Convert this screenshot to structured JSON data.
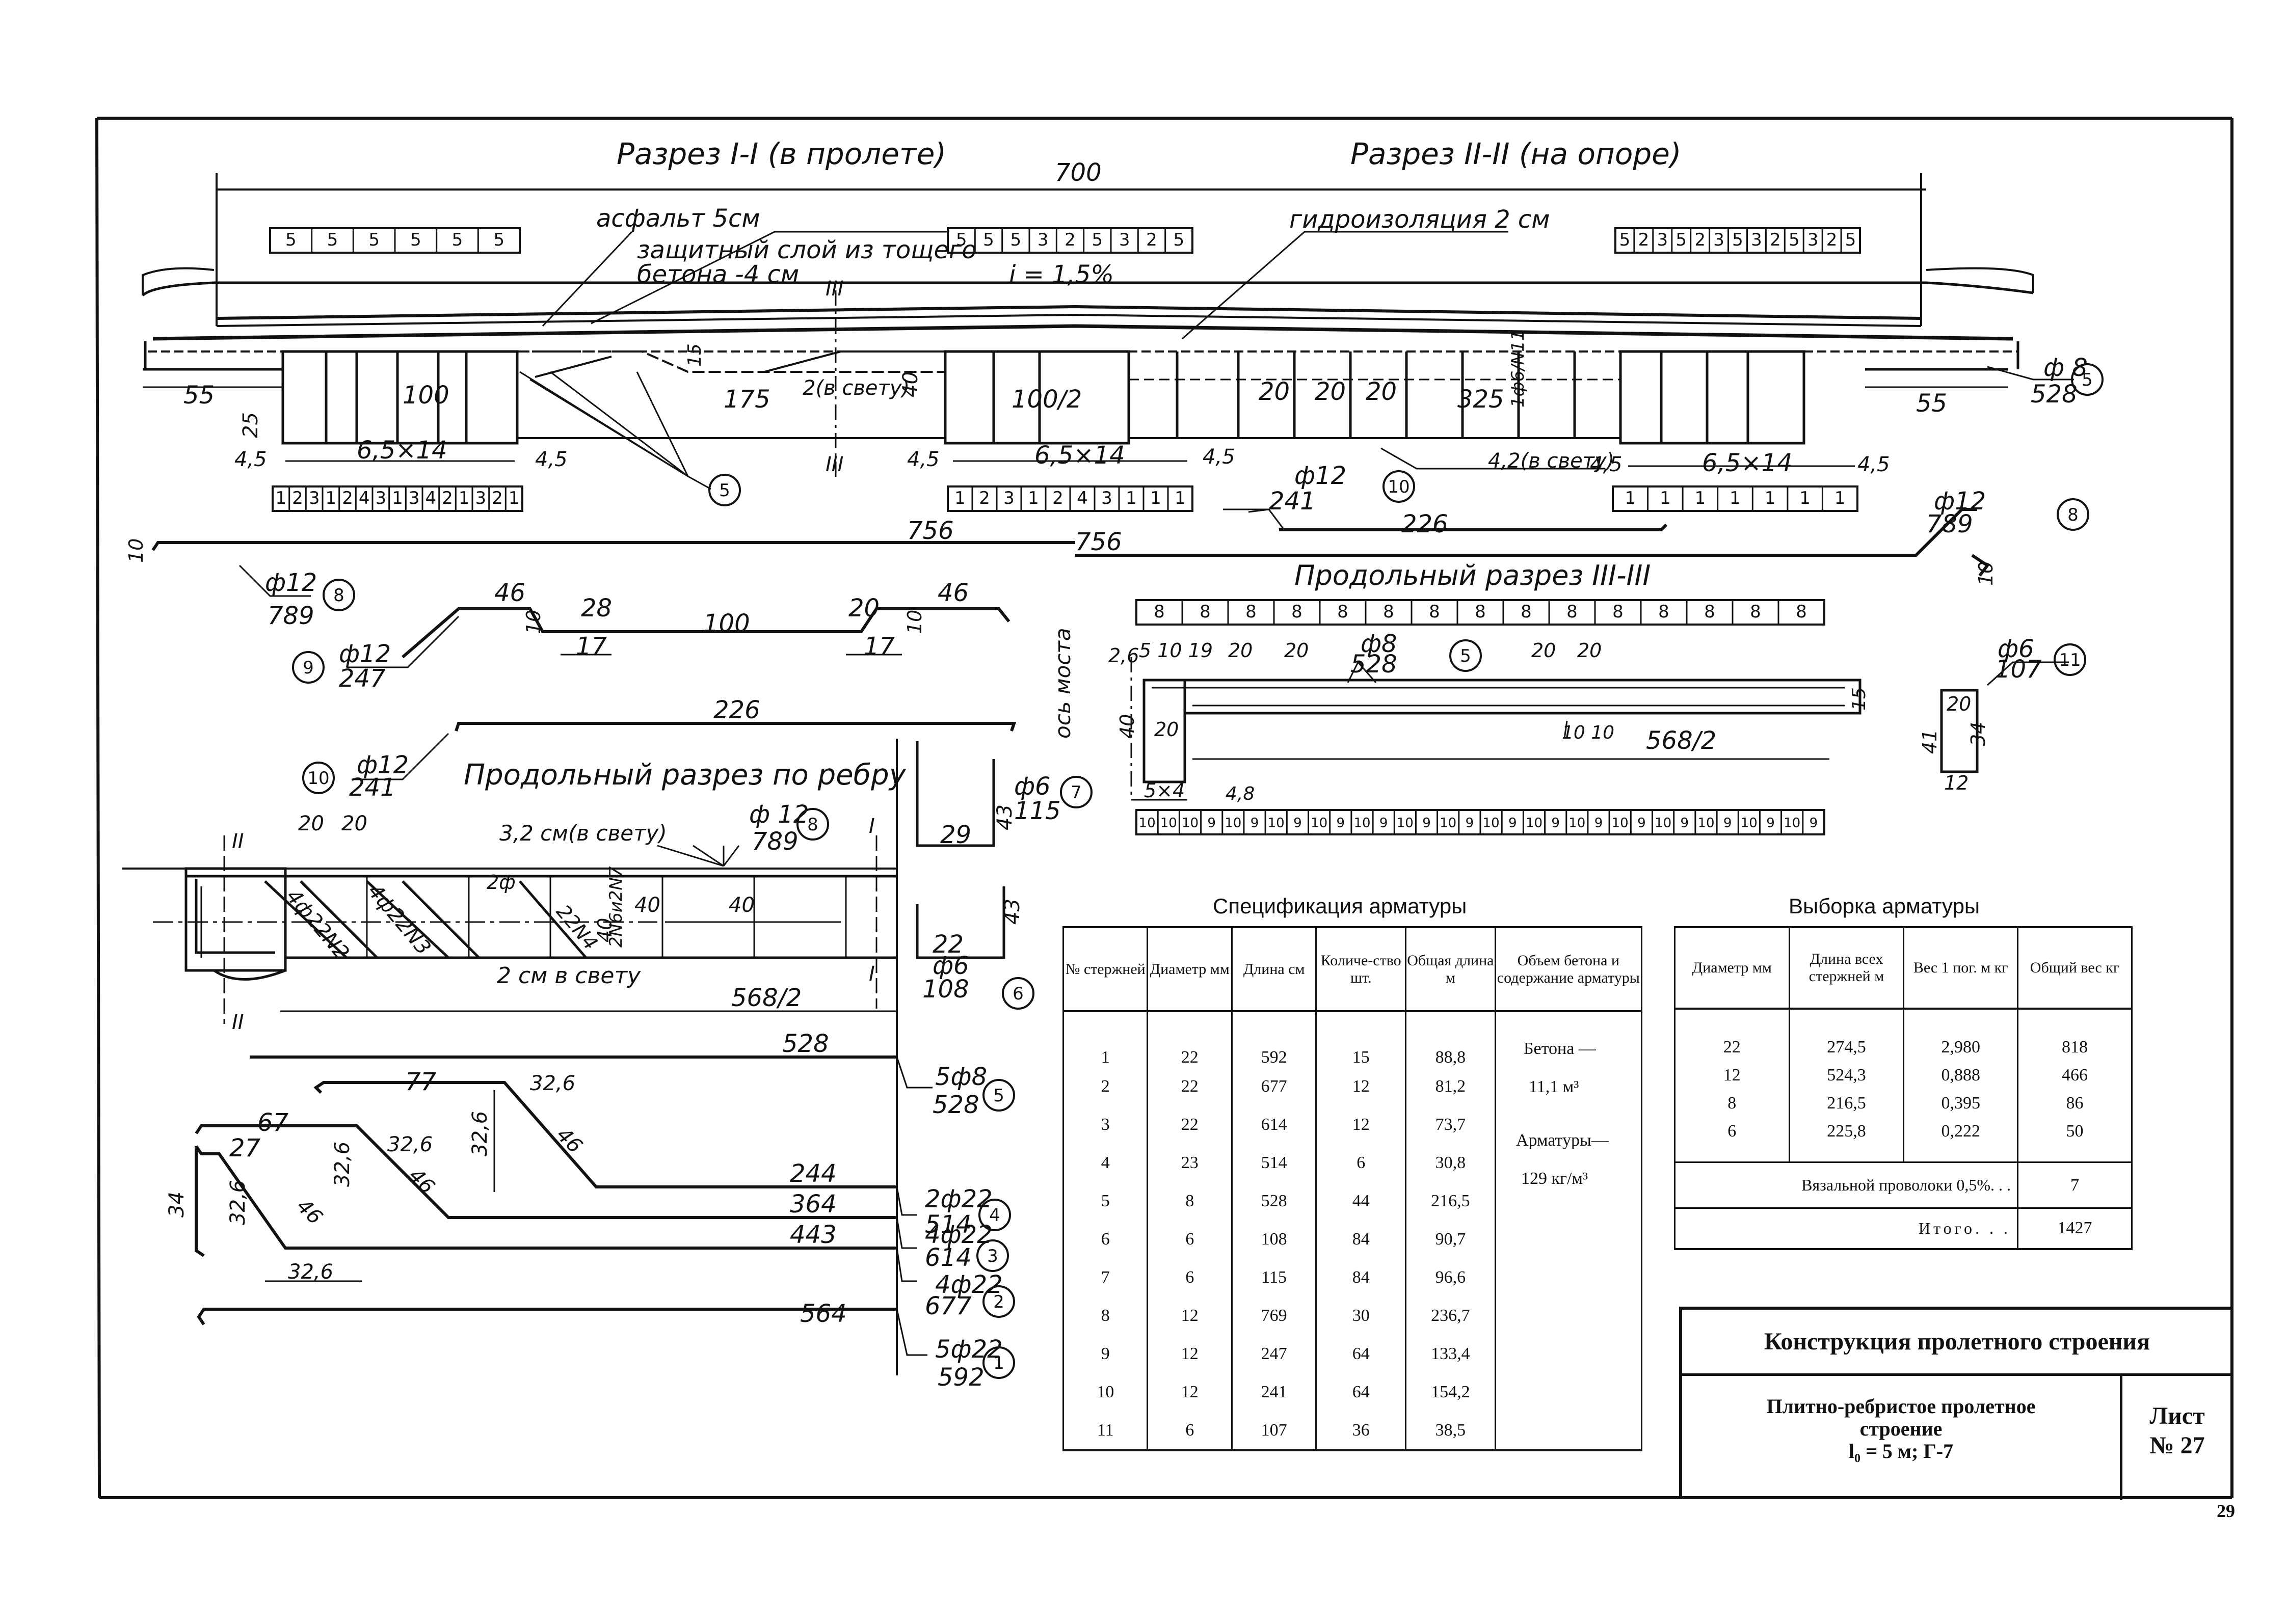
{
  "sections": {
    "section_1_title": "Разрез I-I (в пролете)",
    "section_2_title": "Разрез II-II (на опоре)",
    "longitudinal_3_title": "Продольный разрез III-III",
    "rib_title": "Продольный разрез по ребру"
  },
  "callouts": {
    "asphalt": "асфальт 5см",
    "protective_1": "защитный слой из тощего",
    "protective_2": "бетона -4 см",
    "waterproof": "гидроизоляция 2 см",
    "slope": "i = 1,5%",
    "clear_2": "2(в свету)",
    "clear_42": "4,2(в свету)",
    "clear_32": "3,2 см(в свету)",
    "clear_2cm": "2 см в свету",
    "bridge_axis": "ось моста",
    "label_III": "III",
    "label_II": "II",
    "label_I": "I"
  },
  "dims": {
    "d700": "700",
    "d55": "55",
    "d100": "100",
    "d175": "175",
    "d40": "40",
    "d100_2": "100/2",
    "d20": "20",
    "d325": "325",
    "d25": "25",
    "d15": "15",
    "d45": "4,5",
    "d65x14": "6,5×14",
    "d756": "756",
    "d226": "226",
    "d789": "789",
    "d247": "247",
    "d241": "241",
    "d46": "46",
    "d28": "28",
    "d17": "17",
    "d10": "10",
    "d568_2": "568/2",
    "d528": "528",
    "d115": "115",
    "d108": "108",
    "d107": "107",
    "d29": "29",
    "d43": "43",
    "d22": "22",
    "d34": "34",
    "d41": "41",
    "d12": "12",
    "d26": "2,6",
    "d519": "5 10 19",
    "d5x4": "5×4",
    "d48": "4,8",
    "d77": "77",
    "d67": "67",
    "d27": "27",
    "d326": "32,6",
    "d244": "244",
    "d364": "364",
    "d443": "443",
    "d564": "564",
    "d514": "514",
    "d614": "614",
    "d677": "677",
    "d592": "592",
    "d1010": "10 10"
  },
  "bars": {
    "f12": "ф12",
    "f8": "ф8",
    "f6": "ф6",
    "f12s": "ф 12",
    "f8d": "ф 8",
    "b2f22": "2ф22",
    "b4f22": "4ф22",
    "b5f22": "5ф22",
    "b5f8": "5ф8",
    "n1": "1",
    "n2": "2",
    "n3": "3",
    "n4": "4",
    "n5": "5",
    "n6": "6",
    "n7": "7",
    "n8": "8",
    "n9": "9",
    "n10": "10",
    "n11": "11",
    "rib_4f22n2": "4ф22N2",
    "rib_4f22n3": "4ф22N3",
    "rib_2f": "2ф",
    "rib_22n4": "22N4",
    "rib_2n6": "2N6и2N7",
    "rib_1f6": "1ф6/N11"
  },
  "strips": {
    "s1_top": [
      "5",
      "5",
      "5",
      "5",
      "5",
      "5"
    ],
    "s1_bot": [
      "1",
      "2",
      "3",
      "1",
      "2",
      "4",
      "3",
      "1",
      "3",
      "4",
      "2",
      "1",
      "3",
      "2",
      "1"
    ],
    "s2_top": [
      "5",
      "5",
      "5",
      "3",
      "2",
      "5",
      "3",
      "2",
      "5"
    ],
    "s2_bot": [
      "1",
      "2",
      "3",
      "1",
      "2",
      "4",
      "3",
      "1",
      "1",
      "1"
    ],
    "s3_top": [
      "5",
      "2",
      "3",
      "5",
      "2",
      "3",
      "5",
      "3",
      "2",
      "5",
      "3",
      "2",
      "5"
    ],
    "s3_bot": [
      "1",
      "1",
      "1",
      "1",
      "1",
      "1",
      "1"
    ],
    "long_top": [
      "8",
      "8",
      "8",
      "8",
      "8",
      "8",
      "8",
      "8",
      "8",
      "8",
      "8",
      "8",
      "8",
      "8",
      "8"
    ],
    "long_bot": [
      "10",
      "10",
      "10",
      "9",
      "10",
      "9",
      "10",
      "9",
      "10",
      "9",
      "10",
      "9",
      "10",
      "9",
      "10",
      "9",
      "10",
      "9",
      "10",
      "9",
      "10",
      "9",
      "10",
      "9",
      "10",
      "9",
      "10",
      "9",
      "10",
      "9",
      "10",
      "9"
    ]
  },
  "spec": {
    "title": "Спецификация арматуры",
    "headers": [
      "№ стержней",
      "Диаметр мм",
      "Длина см",
      "Количе-ство шт.",
      "Общая длина м",
      "Объем бетона и содержание арматуры"
    ],
    "rows": [
      [
        "1",
        "22",
        "592",
        "15",
        "88,8"
      ],
      [
        "2",
        "22",
        "677",
        "12",
        "81,2"
      ],
      [
        "3",
        "22",
        "614",
        "12",
        "73,7"
      ],
      [
        "4",
        "23",
        "514",
        "6",
        "30,8"
      ],
      [
        "5",
        "8",
        "528",
        "44",
        "216,5"
      ],
      [
        "6",
        "6",
        "108",
        "84",
        "90,7"
      ],
      [
        "7",
        "6",
        "115",
        "84",
        "96,6"
      ],
      [
        "8",
        "12",
        "769",
        "30",
        "236,7"
      ],
      [
        "9",
        "12",
        "247",
        "64",
        "133,4"
      ],
      [
        "10",
        "12",
        "241",
        "64",
        "154,2"
      ],
      [
        "11",
        "6",
        "107",
        "36",
        "38,5"
      ]
    ],
    "concrete_label": "Бетона —",
    "concrete_value": "11,1 м³",
    "rebar_label": "Арматуры—",
    "rebar_value": "129 кг/м³"
  },
  "sample": {
    "title": "Выборка арматуры",
    "headers": [
      "Диаметр мм",
      "Длина всех стержней м",
      "Вес 1 пог. м кг",
      "Общий вес кг"
    ],
    "rows": [
      [
        "22",
        "274,5",
        "2,980",
        "818"
      ],
      [
        "12",
        "524,3",
        "0,888",
        "466"
      ],
      [
        "8",
        "216,5",
        "0,395",
        "86"
      ],
      [
        "6",
        "225,8",
        "0,222",
        "50"
      ]
    ],
    "wire_label": "Вязальной проволоки 0,5%. . .",
    "wire_value": "7",
    "total_label": "Итого. . .",
    "total_value": "1427"
  },
  "title_block": {
    "main": "Конструкция пролетного строения",
    "sub1": "Плитно-ребристое пролетное",
    "sub2": "строение",
    "sub3": "l₀ = 5 м; Г-7",
    "sheet_label": "Лист",
    "sheet_no": "№ 27"
  },
  "page_number": "29"
}
